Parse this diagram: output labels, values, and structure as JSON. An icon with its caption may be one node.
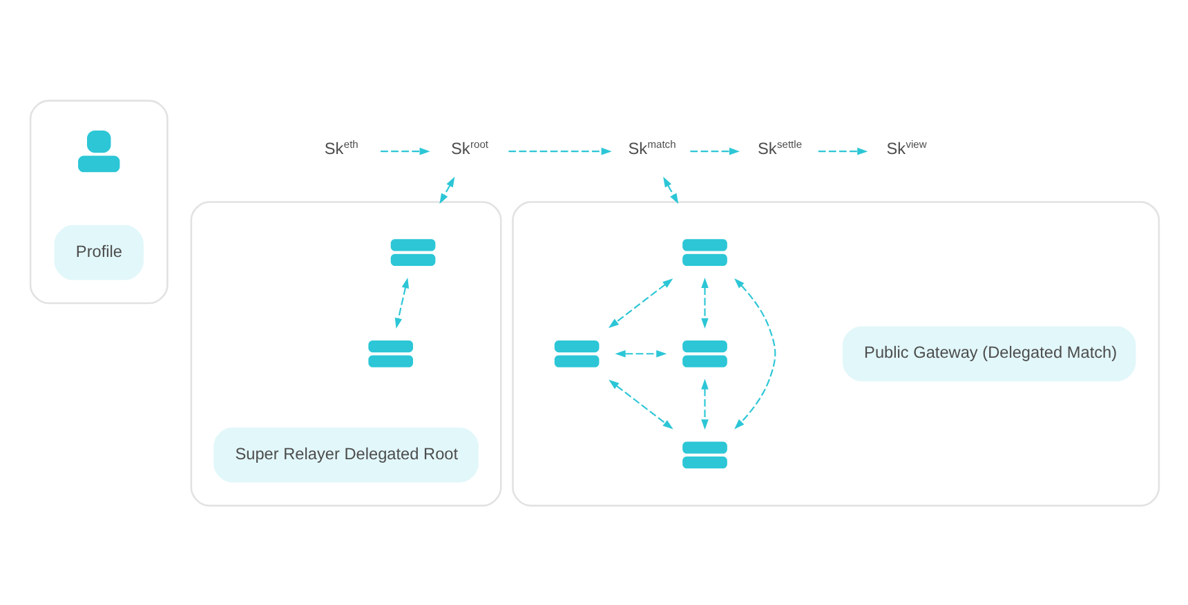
{
  "diagram": {
    "nodes": [
      {
        "text": [],
        "shape": "box"
      },
      {
        "text": [],
        "shape": "person",
        "in": 0
      },
      {
        "text": [
          "Profile"
        ],
        "in": 0
      },
      {
        "text": [
          "Sk$^{eth}$"
        ]
      },
      {
        "text": [
          "Sk$^{root}$"
        ]
      },
      {
        "text": [
          "Sk$^{match}$"
        ]
      },
      {
        "text": [
          "Sk$^{settle}$"
        ]
      },
      {
        "text": [
          "Sk$^{view}$"
        ]
      },
      {
        "text": [],
        "shape": "box"
      },
      {
        "text": [],
        "shape": "picture",
        "in": 8
      },
      {
        "text": [],
        "shape": "picture",
        "in": 8
      },
      {
        "text": [
          "Super Relayer Delegated Root"
        ],
        "in": 8
      },
      {
        "text": [],
        "shape": "box"
      },
      {
        "text": [],
        "shape": "picture",
        "in": 12
      },
      {
        "text": [],
        "shape": "picture",
        "in": 12
      },
      {
        "text": [],
        "shape": "picture",
        "in": 12
      },
      {
        "text": [],
        "shape": "picture",
        "in": 12
      },
      {
        "text": [
          "Public Gateway (Delegated Match)"
        ],
        "in": 12
      }
    ],
    "edges": [
      {
        "from": 3,
        "to": 4,
        "arrow": "to",
        "style": "dashed"
      },
      {
        "from": 4,
        "to": 5,
        "arrow": "to",
        "style": "dashed"
      },
      {
        "from": 5,
        "to": 6,
        "arrow": "to",
        "style": "dashed"
      },
      {
        "from": 6,
        "to": 7,
        "arrow": "to",
        "style": "dashed"
      },
      {
        "from": 4,
        "to": 8,
        "arrow": "both",
        "style": "dashed"
      },
      {
        "from": 5,
        "to": 12,
        "arrow": "both",
        "style": "dashed"
      },
      {
        "from": 9,
        "to": 10,
        "arrow": "both",
        "style": "dashed"
      },
      {
        "from": 13,
        "to": 14,
        "arrow": "both",
        "style": "dashed"
      },
      {
        "from": 13,
        "to": 15,
        "arrow": "both",
        "style": "dashed"
      },
      {
        "from": 14,
        "to": 15,
        "arrow": "both",
        "style": "dashed"
      },
      {
        "from": 14,
        "to": 16,
        "arrow": "both",
        "style": "dashed"
      },
      {
        "from": 15,
        "to": 16,
        "arrow": "both",
        "style": "dashed"
      },
      {
        "from": 13,
        "to": 16,
        "arrow": "both",
        "style": "dashed"
      }
    ]
  }
}
